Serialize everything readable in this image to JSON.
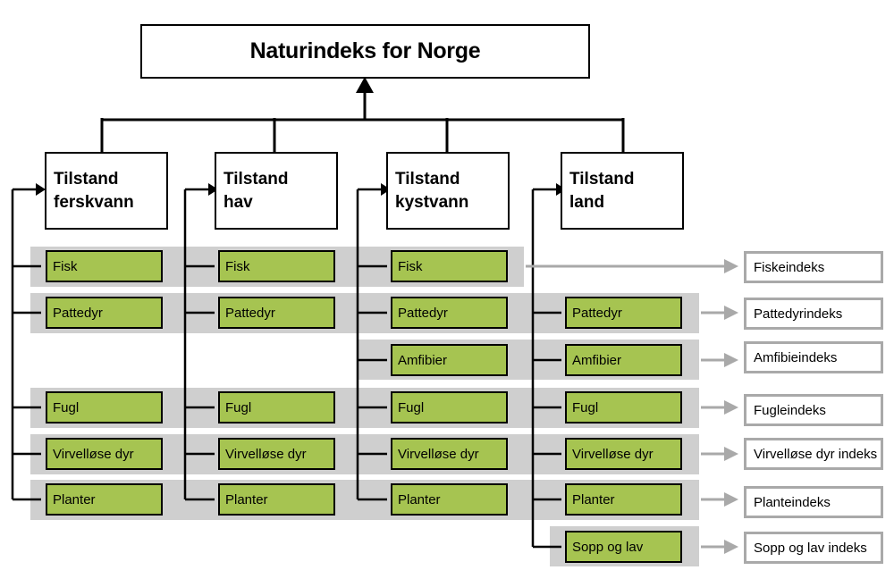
{
  "title": "Naturindeks for Norge",
  "columns": [
    {
      "line1": "Tilstand",
      "line2": "ferskvann",
      "items": [
        "Fisk",
        "Pattedyr",
        "Fugl",
        "Virvelløse dyr",
        "Planter"
      ]
    },
    {
      "line1": "Tilstand",
      "line2": "hav",
      "items": [
        "Fisk",
        "Pattedyr",
        "Fugl",
        "Virvelløse dyr",
        "Planter"
      ]
    },
    {
      "line1": "Tilstand",
      "line2": "kystvann",
      "items": [
        "Fisk",
        "Pattedyr",
        "Amfibier",
        "Fugl",
        "Virvelløse dyr",
        "Planter"
      ]
    },
    {
      "line1": "Tilstand",
      "line2": "land",
      "items": [
        "Pattedyr",
        "Amfibier",
        "Fugl",
        "Virvelløse dyr",
        "Planter",
        "Sopp og lav"
      ]
    }
  ],
  "indices": [
    "Fiskeindeks",
    "Pattedyrindeks",
    "Amfibieindeks",
    "Fugleindeks",
    "Virvelløse dyr indeks",
    "Planteindeks",
    "Sopp og lav indeks"
  ],
  "colors": {
    "leaf": "#a6c451",
    "band": "#cfcfcf",
    "index_border": "#a9a9a9"
  }
}
